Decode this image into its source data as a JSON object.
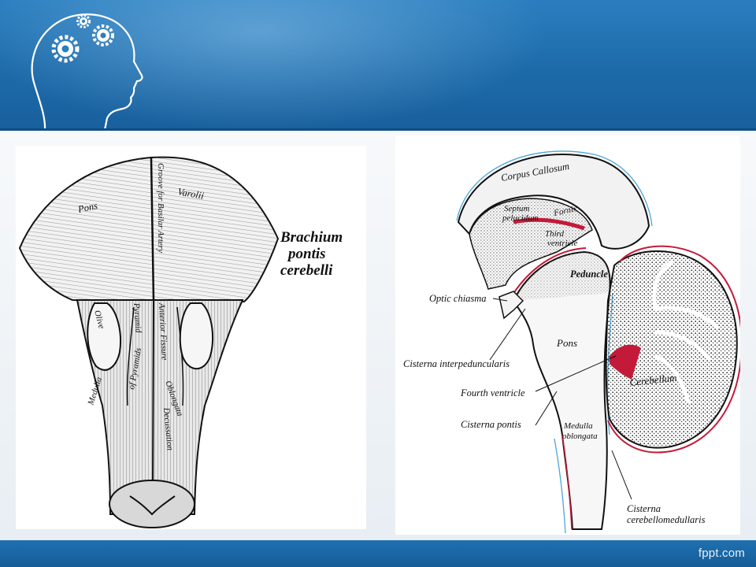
{
  "footer": {
    "brand": "fppt.com"
  },
  "left_figure": {
    "labels": {
      "brachium_line1": "Brachium",
      "brachium_line2": "pontis",
      "brachium_line3": "cerebelli",
      "pons": "Pons",
      "varolii": "Varolii",
      "basilar_groove": "Groove for Basilar Artery",
      "olive": "Olive",
      "pyramid": "Pyramid",
      "anterior_fissure": "Anterior Fissure",
      "medulla": "Medulla",
      "oblongata": "Oblongata",
      "decussation": "Decussation",
      "of_pyramids": "of Pyramids"
    }
  },
  "right_figure": {
    "labels": {
      "corpus_callosum": "Corpus Callosum",
      "septum_line1": "Septum",
      "septum_line2": "pelucidum",
      "fornix": "Fornix",
      "third_line1": "Third",
      "third_line2": "ventricle",
      "peduncle": "Peduncle",
      "optic_chiasma": "Optic chiasma",
      "pons": "Pons",
      "cisterna_interpeduncularis": "Cisterna interpeduncularis",
      "fourth_ventricle": "Fourth ventricle",
      "cerebellum": "Cerebellum",
      "cisterna_pontis": "Cisterna pontis",
      "medulla_line1": "Medulla",
      "medulla_line2": "oblongata",
      "cisterna_cm_line1": "Cisterna",
      "cisterna_cm_line2": "cerebellomedullaris"
    }
  }
}
